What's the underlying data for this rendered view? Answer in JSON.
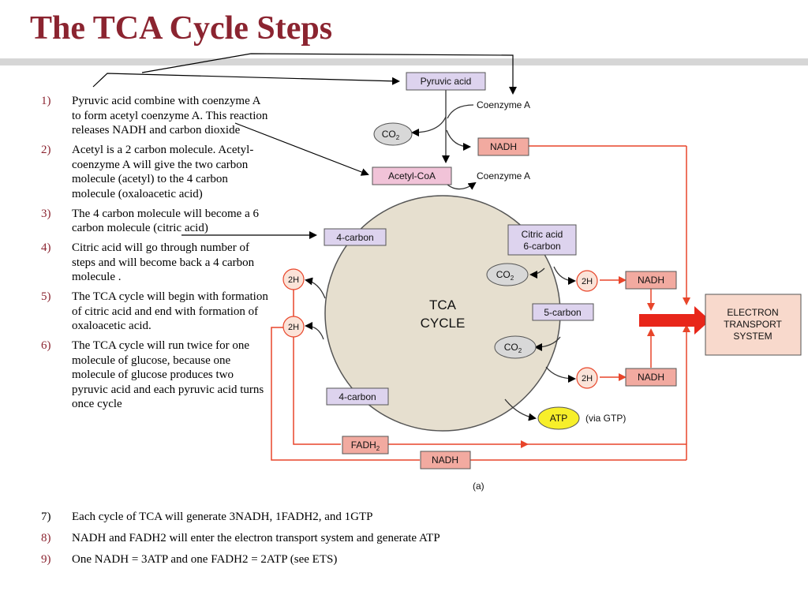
{
  "slide": {
    "title": "The TCA Cycle Steps",
    "steps": [
      {
        "num": "1)",
        "text": "Pyruvic acid combine with coenzyme A to form acetyl coenzyme A.  This reaction releases NADH and carbon dioxide"
      },
      {
        "num": "2)",
        "text": "Acetyl is a 2 carbon molecule.  Acetyl-coenzyme A will give the two carbon molecule (acetyl) to the 4 carbon molecule (oxaloacetic acid)"
      },
      {
        "num": "3)",
        "text": "The 4 carbon molecule will become a 6 carbon molecule (citric acid)"
      },
      {
        "num": "4)",
        "text": "Citric acid will go through number of steps and will become back a 4 carbon molecule ."
      },
      {
        "num": "5)",
        "text": "The TCA cycle will begin with formation of citric acid and end with formation of oxaloacetic acid."
      },
      {
        "num": "6)",
        "text": "The TCA cycle will run twice for one molecule of glucose, because one molecule of glucose produces two pyruvic acid and each pyruvic acid turns once cycle"
      },
      {
        "num": "7)",
        "text": "Each cycle of TCA will generate 3NADH, 1FADH2, and 1GTP"
      },
      {
        "num": "8)",
        "text": "NADH and FADH2 will enter the electron transport system and generate ATP"
      },
      {
        "num": "9)",
        "text": "One NADH = 3ATP and one FADH2 = 2ATP  (see ETS)"
      }
    ]
  },
  "diagram": {
    "pyruvic_acid": "Pyruvic acid",
    "coenzyme_a_in": "Coenzyme A",
    "co2": "CO",
    "co2_sub": "2",
    "nadh": "NADH",
    "acetyl_coa": "Acetyl-CoA",
    "coenzyme_a_out": "Coenzyme A",
    "four_carbon": "4-carbon",
    "citric_acid_line1": "Citric acid",
    "citric_acid_line2": "6-carbon",
    "two_h": "2H",
    "cycle_line1": "TCA",
    "cycle_line2": "CYCLE",
    "five_carbon": "5-carbon",
    "atp": "ATP",
    "via_gtp": "(via GTP)",
    "fadh": "FADH",
    "fadh_sub": "2",
    "ets_line1": "ELECTRON",
    "ets_line2": "TRANSPORT",
    "ets_line3": "SYSTEM",
    "caption": "(a)"
  },
  "colors": {
    "title": "#8b2430",
    "lavender_box": "#ddd3ee",
    "pink_box": "#f1c3d8",
    "salmon_box": "#f2aaa0",
    "circle_fill": "#e6dfcf",
    "red_arrow": "#e8452a",
    "atp_fill": "#f7ef2a",
    "co2_fill": "#d8d8d8"
  }
}
